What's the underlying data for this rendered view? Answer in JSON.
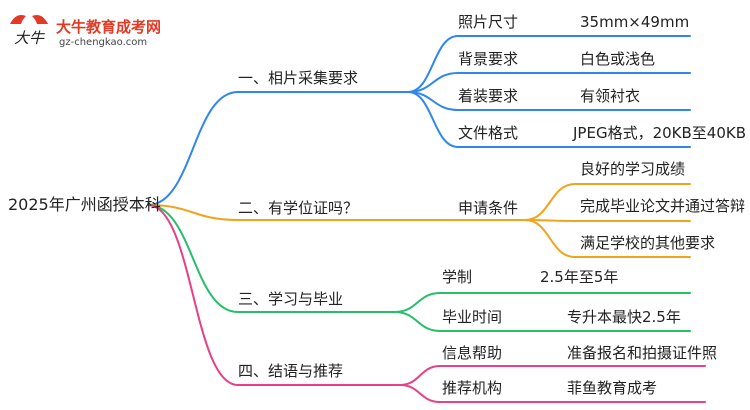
{
  "logo": {
    "title": "大牛教育成考网",
    "url": "gz-chengkao.com",
    "mark": "大牛"
  },
  "root": "2025年广州函授本科",
  "colors": {
    "blue": "#2f86eb",
    "orange": "#f0a41c",
    "green": "#25bf6a",
    "pink": "#e83f86"
  },
  "branches": [
    {
      "label": "一、相片采集要求",
      "items": [
        {
          "key": "照片尺寸",
          "value": "35mm×49mm"
        },
        {
          "key": "背景要求",
          "value": "白色或浅色"
        },
        {
          "key": "着装要求",
          "value": "有领衬衣"
        },
        {
          "key": "文件格式",
          "value": "JPEG格式，20KB至40KB"
        }
      ]
    },
    {
      "label": "二、有学位证吗？",
      "sub": "申请条件",
      "items": [
        "良好的学习成绩",
        "完成毕业论文并通过答辩",
        "满足学校的其他要求"
      ]
    },
    {
      "label": "三、学习与毕业",
      "items": [
        {
          "key": "学制",
          "value": "2.5年至5年"
        },
        {
          "key": "毕业时间",
          "value": "专升本最快2.5年"
        }
      ]
    },
    {
      "label": "四、结语与推荐",
      "items": [
        {
          "key": "信息帮助",
          "value": "准备报名和拍摄证件照"
        },
        {
          "key": "推荐机构",
          "value": "菲鱼教育成考"
        }
      ]
    }
  ]
}
